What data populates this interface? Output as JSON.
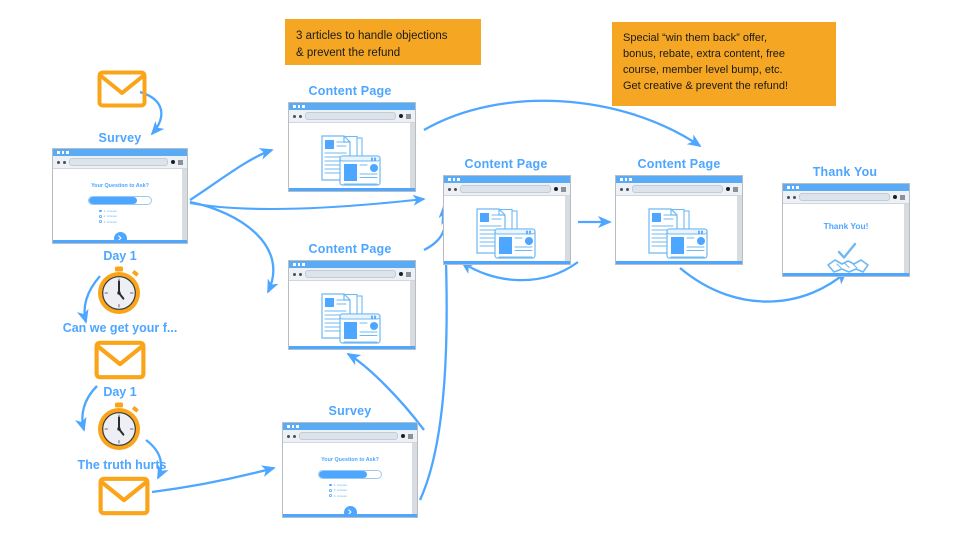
{
  "theme": {
    "accent_blue": "#4DA6FF",
    "note_orange": "#F5A623",
    "envelope_orange": "#FAA41A",
    "arrow_blue": "#4DA6FF",
    "background": "#FFFFFF"
  },
  "notes": [
    {
      "id": "note-articles",
      "text": "3 articles to handle objections\n& prevent the refund"
    },
    {
      "id": "note-winback",
      "text": "Special “win them back” offer,\nbonus, rebate, extra content, free\ncourse, member level bump, etc.\nGet creative & prevent the refund!"
    }
  ],
  "rail": {
    "email_1_icon": "envelope-icon",
    "survey_title": "Survey",
    "day_label_1": "Day 1",
    "clock_icon_1": "stopwatch-icon",
    "email_subject_1": "Can we get your f...",
    "email_2_icon": "envelope-icon",
    "day_label_2": "Day 1",
    "clock_icon_2": "stopwatch-icon",
    "email_subject_2": "The truth hurts",
    "email_3_icon": "envelope-icon"
  },
  "nodes": [
    {
      "id": "survey-1",
      "title": "Survey",
      "kind": "survey"
    },
    {
      "id": "content-1",
      "title": "Content Page",
      "kind": "content"
    },
    {
      "id": "content-2",
      "title": "Content Page",
      "kind": "content"
    },
    {
      "id": "content-3",
      "title": "Content Page",
      "kind": "content"
    },
    {
      "id": "content-4",
      "title": "Content Page",
      "kind": "content"
    },
    {
      "id": "survey-2",
      "title": "Survey",
      "kind": "survey"
    },
    {
      "id": "thankyou",
      "title": "Thank You",
      "kind": "thanks"
    }
  ],
  "survey": {
    "question": "Your Question to Ask?",
    "options": [
      "1. Answer",
      "2. Answer",
      "3. Answer"
    ],
    "selected_index": 0,
    "next_icon": "chevron-right-icon",
    "slider_fill_percent": 78
  },
  "thankyou": {
    "heading": "Thank You!",
    "icon": "handshake-check-icon"
  },
  "content_page": {
    "icon": "documents-stack-icon"
  },
  "browser_chrome": {
    "dots": 3,
    "back_icon": "back-dot-icon",
    "forward_icon": "forward-dot-icon",
    "address_placeholder": "",
    "record_icon": "record-icon",
    "menu_icon": "menu-icon"
  }
}
